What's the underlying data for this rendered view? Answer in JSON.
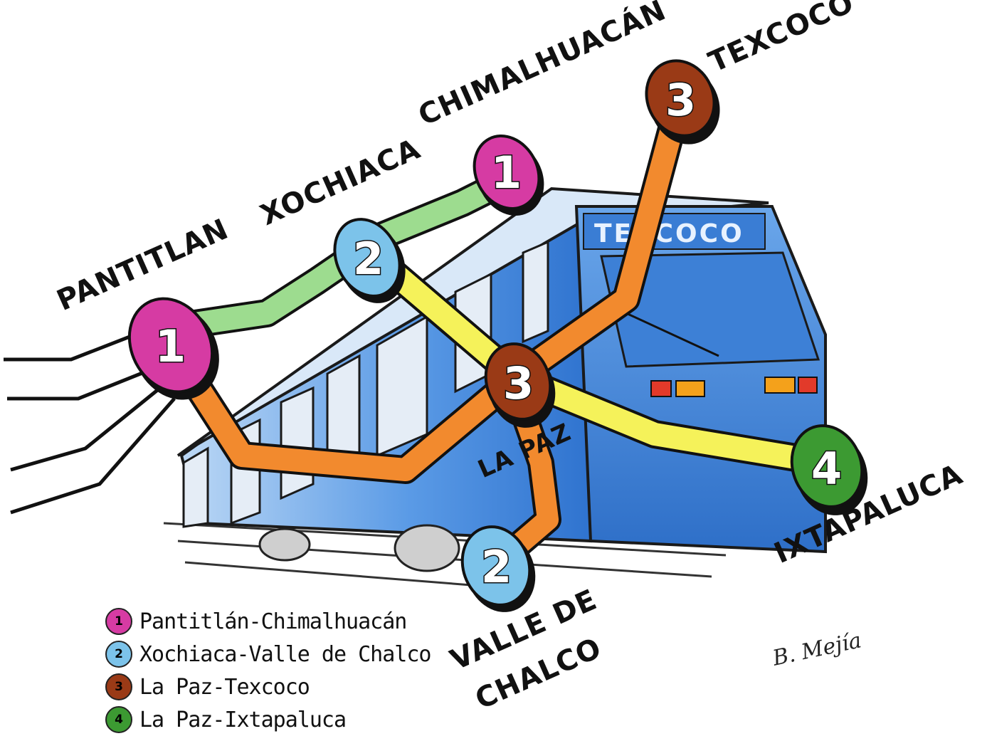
{
  "train": {
    "destination_sign": "TEXCOCO"
  },
  "stations": {
    "pantitlan": "PANTITLAN",
    "xochiaca": "XOCHIACA",
    "chimalhuacan": "CHIMALHUACÁN",
    "texcoco": "TEXCOCO",
    "la_paz": "LA PAZ",
    "ixtapaluca": "IXTAPALUCA",
    "valle_de_chalco_1": "VALLE DE",
    "valle_de_chalco_2": "CHALCO"
  },
  "badges": {
    "pantitlan": "1",
    "chimalhuacan": "1",
    "xochiaca": "2",
    "valle_de_chalco": "2",
    "texcoco": "3",
    "la_paz": "3",
    "ixtapaluca": "4"
  },
  "legend": [
    {
      "number": "1",
      "label": "Pantitlán-Chimalhuacán",
      "color": "#d63ba3"
    },
    {
      "number": "2",
      "label": "Xochiaca-Valle de Chalco",
      "color": "#7cc3ea"
    },
    {
      "number": "3",
      "label": "La Paz-Texcoco",
      "color": "#9a3a16"
    },
    {
      "number": "4",
      "label": "La Paz-Ixtapaluca",
      "color": "#3c9a32"
    }
  ],
  "signature": "B. Mejía",
  "colors": {
    "line_1": "#9ddc8f",
    "line_2": "#f5f25a",
    "line_3": "#f28a2e",
    "line_4": "#f5f25a",
    "badge_1": "#d63ba3",
    "badge_2": "#7cc3ea",
    "badge_3": "#9a3a16",
    "badge_4": "#3c9a32",
    "train_body": "#4a8fe0"
  }
}
